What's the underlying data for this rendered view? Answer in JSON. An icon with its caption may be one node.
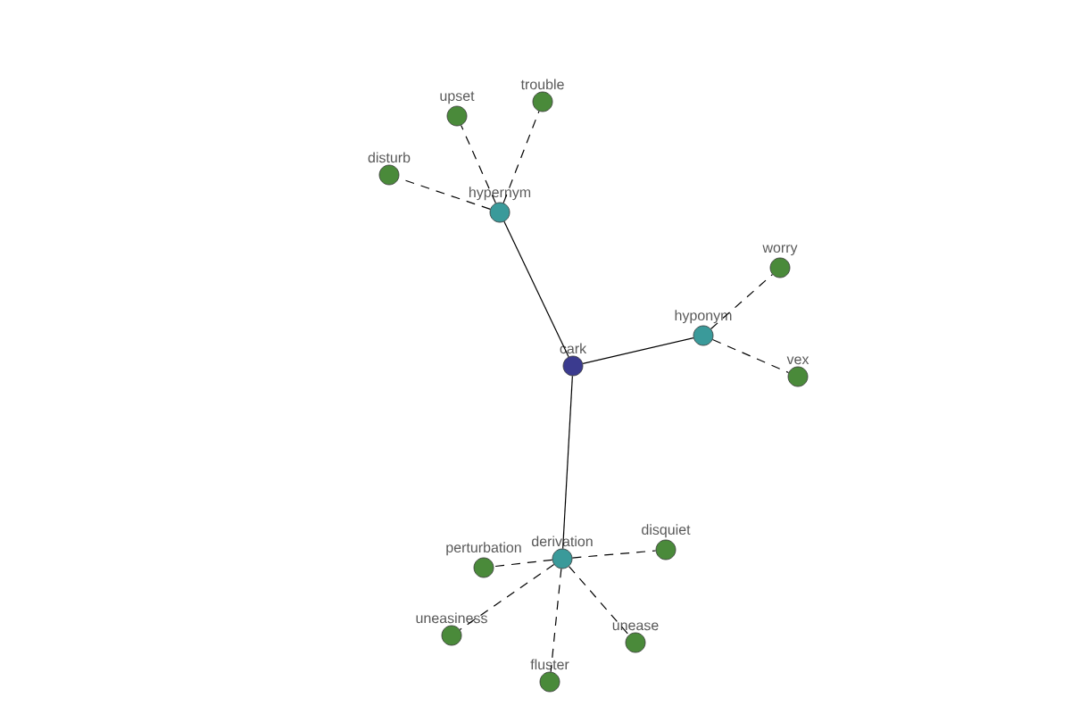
{
  "diagram": {
    "nodes": [
      {
        "text": [
          "cark"
        ]
      },
      {
        "text": [
          "hypernym"
        ]
      },
      {
        "text": [
          "hyponym"
        ]
      },
      {
        "text": [
          "derivation"
        ]
      },
      {
        "text": [
          "disturb"
        ]
      },
      {
        "text": [
          "upset"
        ]
      },
      {
        "text": [
          "trouble"
        ]
      },
      {
        "text": [
          "worry"
        ]
      },
      {
        "text": [
          "vex"
        ]
      },
      {
        "text": [
          "perturbation"
        ]
      },
      {
        "text": [
          "disquiet"
        ]
      },
      {
        "text": [
          "uneasiness"
        ]
      },
      {
        "text": [
          "unease"
        ]
      },
      {
        "text": [
          "fluster"
        ]
      }
    ],
    "edges": [
      {
        "from": 0,
        "to": 1,
        "arrow": "none"
      },
      {
        "from": 0,
        "to": 2,
        "arrow": "none"
      },
      {
        "from": 0,
        "to": 3,
        "arrow": "none"
      },
      {
        "from": 1,
        "to": 4,
        "arrow": "none",
        "style": "dashed"
      },
      {
        "from": 1,
        "to": 5,
        "arrow": "none",
        "style": "dashed"
      },
      {
        "from": 1,
        "to": 6,
        "arrow": "none",
        "style": "dashed"
      },
      {
        "from": 2,
        "to": 7,
        "arrow": "none",
        "style": "dashed"
      },
      {
        "from": 2,
        "to": 8,
        "arrow": "none",
        "style": "dashed"
      },
      {
        "from": 3,
        "to": 9,
        "arrow": "none",
        "style": "dashed"
      },
      {
        "from": 3,
        "to": 10,
        "arrow": "none",
        "style": "dashed"
      },
      {
        "from": 3,
        "to": 11,
        "arrow": "none",
        "style": "dashed"
      },
      {
        "from": 3,
        "to": 12,
        "arrow": "none",
        "style": "dashed"
      },
      {
        "from": 3,
        "to": 13,
        "arrow": "none",
        "style": "dashed"
      }
    ]
  }
}
